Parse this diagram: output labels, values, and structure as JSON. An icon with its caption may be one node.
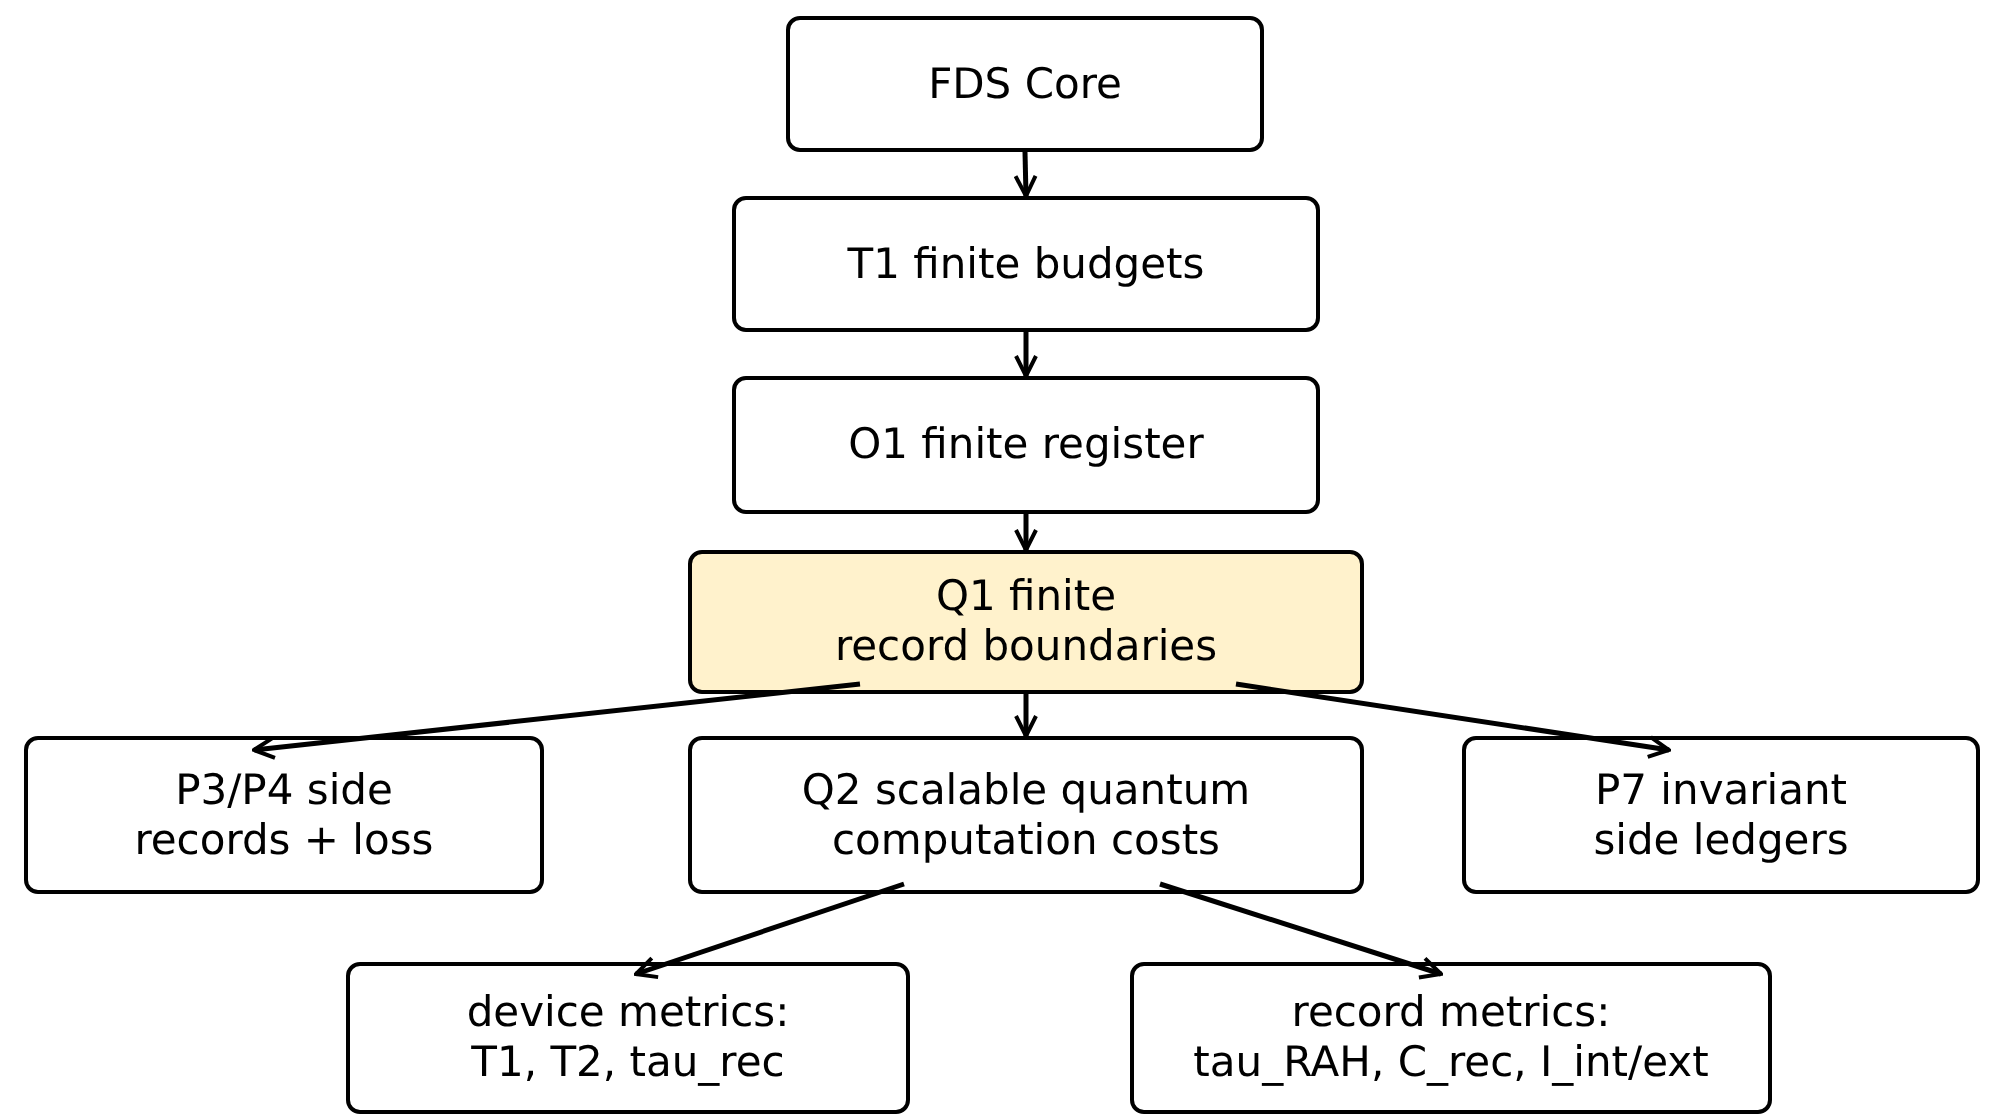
{
  "diagram": {
    "nodes": [
      {
        "text": [
          "FDS Core"
        ]
      },
      {
        "text": [
          "T1 finite budgets"
        ]
      },
      {
        "text": [
          "O1 finite register"
        ]
      },
      {
        "text": [
          "Q1 finite record boundaries"
        ]
      },
      {
        "text": [
          "P3/P4 side records + loss"
        ]
      },
      {
        "text": [
          "Q2 scalable quantum computation costs"
        ]
      },
      {
        "text": [
          "P7 invariant side ledgers"
        ]
      },
      {
        "text": [
          "device metrics: T1, T2, tau_rec"
        ]
      },
      {
        "text": [
          "record metrics: tau_RAH, C_rec, I_int/ext"
        ]
      }
    ],
    "edges": [
      {
        "from": 0,
        "to": 1,
        "arrow": "to"
      },
      {
        "from": 1,
        "to": 2,
        "arrow": "to"
      },
      {
        "from": 2,
        "to": 3,
        "arrow": "to"
      },
      {
        "from": 3,
        "to": 4,
        "arrow": "to"
      },
      {
        "from": 3,
        "to": 5,
        "arrow": "to"
      },
      {
        "from": 3,
        "to": 6,
        "arrow": "to"
      },
      {
        "from": 5,
        "to": 7,
        "arrow": "to"
      },
      {
        "from": 5,
        "to": 8,
        "arrow": "to"
      }
    ]
  }
}
